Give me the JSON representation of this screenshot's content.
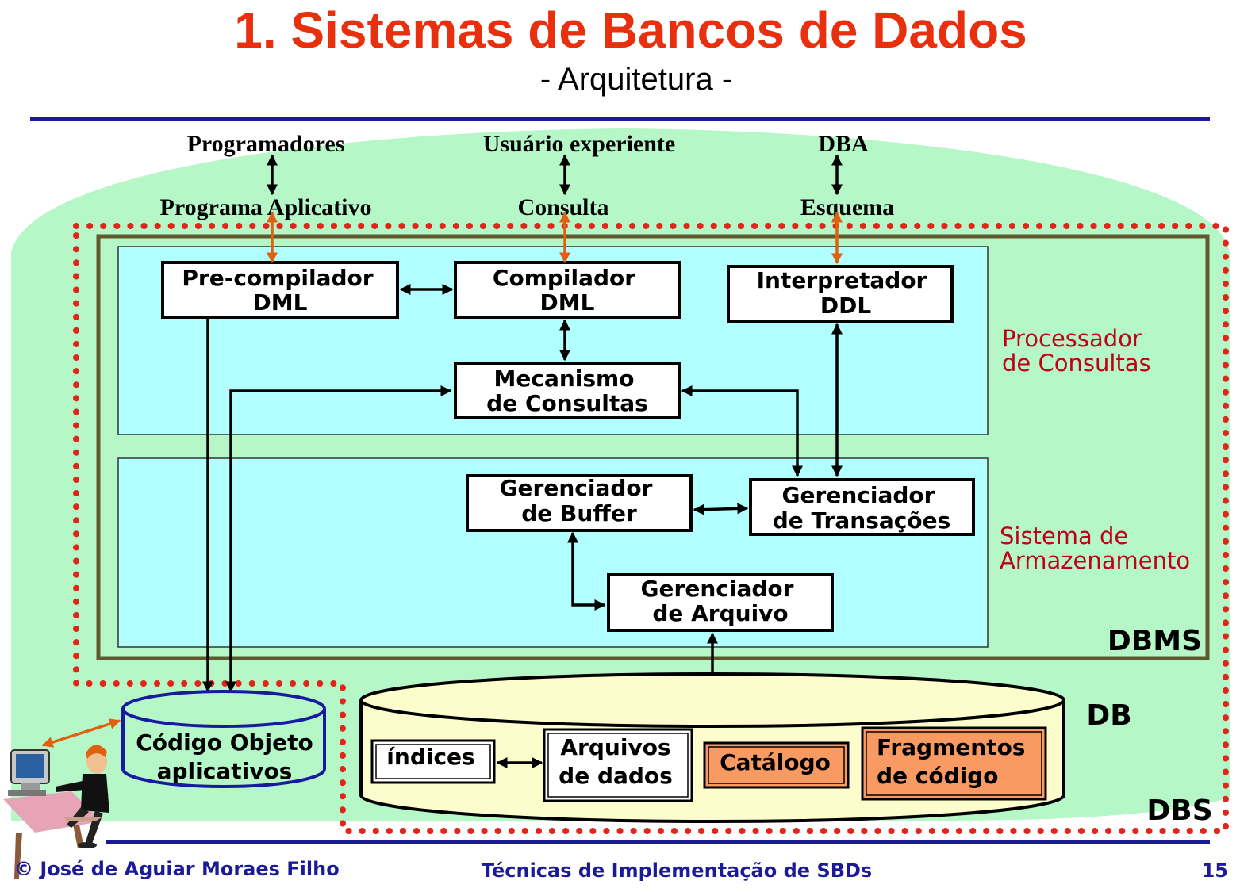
{
  "title": "1. Sistemas de Bancos de Dados",
  "subtitle": "- Arquitetura -",
  "actors": {
    "programadores": "Programadores",
    "usuario": "Usuário experiente",
    "dba": "DBA"
  },
  "inputs": {
    "programa": "Programa Aplicativo",
    "consulta": "Consulta",
    "esquema": "Esquema"
  },
  "components": {
    "precompilador": [
      "Pre-compilador",
      "DML"
    ],
    "compilador": [
      "Compilador",
      "DML"
    ],
    "interpretador": [
      "Interpretador",
      "DDL"
    ],
    "mecanismo": [
      "Mecanismo",
      "de Consultas"
    ],
    "buffer": [
      "Gerenciador",
      "de Buffer"
    ],
    "transacoes": [
      "Gerenciador",
      "de Transações"
    ],
    "arquivo": [
      "Gerenciador",
      "de Arquivo"
    ]
  },
  "layers": {
    "processador": [
      "Processador",
      "de Consultas"
    ],
    "armazenamento": [
      "Sistema de",
      "Armazenamento"
    ]
  },
  "scopes": {
    "dbms": "DBMS",
    "db": "DB",
    "dbs": "DBS"
  },
  "codigo_objeto": [
    "Código Objeto",
    "aplicativos"
  ],
  "db_contents": {
    "indices": "índices",
    "arquivos": [
      "Arquivos",
      "de dados"
    ],
    "catalogo": "Catálogo",
    "fragmentos": [
      "Fragmentos",
      "de código"
    ]
  },
  "footer": {
    "author": "© José de Aguiar Moraes Filho",
    "course": "Técnicas de Implementação de SBDs",
    "page": "15"
  },
  "colors": {
    "title": "#e8300f",
    "rule": "#1b1b9a",
    "green_bg": "#b6f7c8",
    "cyan_panel": "#b2ffff",
    "layer_label": "#c0001a",
    "db_fill": "#fcfccc",
    "orange_box": "#f99a63",
    "dotted_border": "#e0251a",
    "dbms_border": "#5e5a2c",
    "orange_arrow": "#e06010"
  }
}
